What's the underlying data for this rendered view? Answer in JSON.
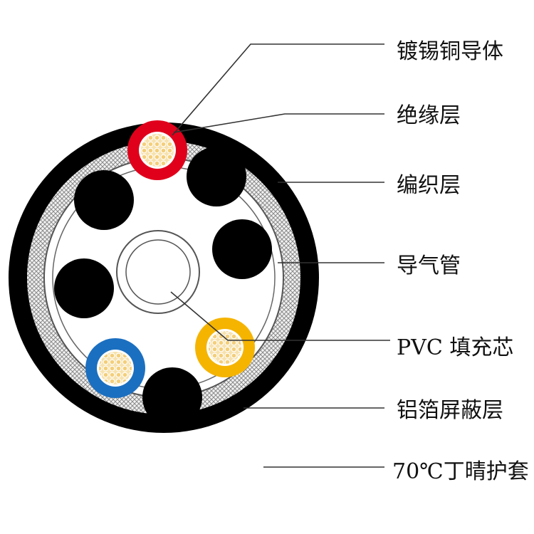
{
  "diagram": {
    "labels": [
      {
        "id": "tinned-copper-conductor",
        "text": "镀锡铜导体"
      },
      {
        "id": "insulation-layer",
        "text": "绝缘层"
      },
      {
        "id": "braid-layer",
        "text": "编织层"
      },
      {
        "id": "air-tube",
        "text": "导气管"
      },
      {
        "id": "pvc-filler",
        "text": "PVC 填充芯"
      },
      {
        "id": "aluminum-foil-shield",
        "text": "铝箔屏蔽层"
      },
      {
        "id": "nitrile-sheath",
        "text": "70℃丁晴护套"
      }
    ],
    "colors": {
      "sheath": "#000000",
      "braid": "#b5b5b5",
      "insulation_red": "#e0001b",
      "insulation_yellow": "#f5b400",
      "insulation_blue": "#1b6fc0",
      "conductor": "#f6d58a",
      "filler": "#000000",
      "leader": "#333333"
    }
  }
}
